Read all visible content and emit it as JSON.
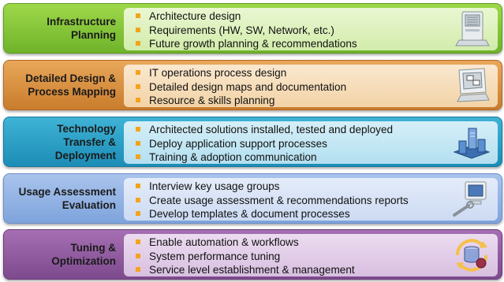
{
  "phases": [
    {
      "title": "Infrastructure\nPlanning",
      "items": [
        "Architecture design",
        "Requirements (HW, SW, Network, etc.)",
        "Future growth planning & recommendations"
      ]
    },
    {
      "title": "Detailed Design &\nProcess Mapping",
      "items": [
        "IT operations process design",
        "Detailed design maps and documentation",
        "Resource & skills planning"
      ]
    },
    {
      "title": "Technology\nTransfer &\nDeployment",
      "items": [
        "Architected solutions installed, tested and deployed",
        "Deploy application support processes",
        "Training & adoption communication"
      ]
    },
    {
      "title": "Usage Assessment\nEvaluation",
      "items": [
        "Interview key usage groups",
        "Create usage assessment & recommendations reports",
        "Develop templates & document processes"
      ]
    },
    {
      "title": "Tuning &\nOptimization",
      "items": [
        "Enable automation & workflows",
        "System performance tuning",
        "Service level establishment & management"
      ]
    }
  ],
  "icons": [
    "computer-icon",
    "computer-screen-icon",
    "server-network-icon",
    "computer-wrench-icon",
    "database-cycle-icon"
  ],
  "colors": {
    "bullet": "#f4a31c",
    "phase_1": "#7fc236",
    "phase_2": "#d98c3c",
    "phase_3": "#2aa0c8",
    "phase_4": "#93b3e4",
    "phase_5": "#8c5a9e"
  }
}
